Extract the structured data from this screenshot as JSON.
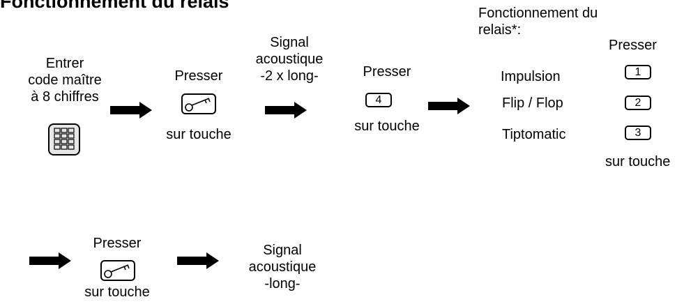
{
  "title": "Fonctionnement du relais",
  "step1": {
    "lines": [
      "Entrer",
      "code maître",
      "à 8 chiffres"
    ],
    "icon": "keypad-icon"
  },
  "step2": {
    "top": "Presser",
    "bottom": "sur touche",
    "icon": "key-icon"
  },
  "step3": {
    "lines": [
      "Signal",
      "acoustique",
      "-2 x long-"
    ]
  },
  "step4": {
    "top": "Presser",
    "key": "4",
    "bottom": "sur touche"
  },
  "relay": {
    "heading_lines": [
      "Fonctionnement du",
      "relais*:"
    ],
    "press_label": "Presser",
    "modes": [
      {
        "label": "Impulsion",
        "key": "1"
      },
      {
        "label": "Flip / Flop",
        "key": "2"
      },
      {
        "label": "Tiptomatic",
        "key": "3"
      }
    ],
    "bottom": "sur touche"
  },
  "step5": {
    "top": "Presser",
    "bottom": "sur touche",
    "icon": "key-icon"
  },
  "step6": {
    "lines": [
      "Signal",
      "acoustique",
      "-long-"
    ]
  },
  "colors": {
    "ink": "#000000",
    "icon_fill": "#e6e6e6"
  }
}
